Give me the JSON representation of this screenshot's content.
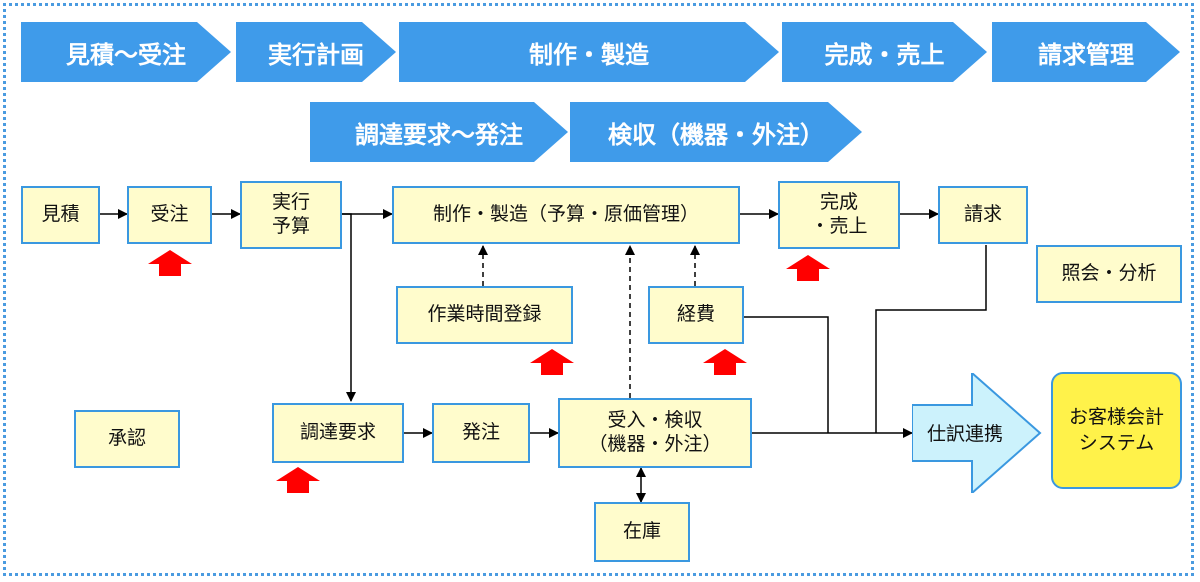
{
  "phases": {
    "estimate_order": "見積～受注",
    "execution_plan": "実行計画",
    "production": "制作・製造",
    "completion_sales": "完成・売上",
    "billing_management": "請求管理",
    "procurement_order": "調達要求～発注",
    "inspection": "検収（機器・外注）"
  },
  "boxes": {
    "estimate": "見積",
    "order_received": "受注",
    "budget": "実行\n予算",
    "production_mgmt": "制作・製造（予算・原価管理）",
    "completion": "完成\n・売上",
    "invoice": "請求",
    "inquiry_analysis": "照会・分析",
    "work_time_entry": "作業時間登録",
    "expenses": "経費",
    "approval": "承認",
    "procurement_request": "調達要求",
    "purchase_order": "発注",
    "receipt_inspection": "受入・検収\n（機器・外注）",
    "inventory": "在庫",
    "journal_link": "仕訳連携",
    "customer_system": "お客様会計\nシステム"
  },
  "colors": {
    "phase_blue": "#3f9bea",
    "box_fill": "#fffccc",
    "box_border": "#3a98e0",
    "input_arrow_red": "#ff0000",
    "journal_fill": "#ccf2fc",
    "system_fill": "#fff24a"
  }
}
